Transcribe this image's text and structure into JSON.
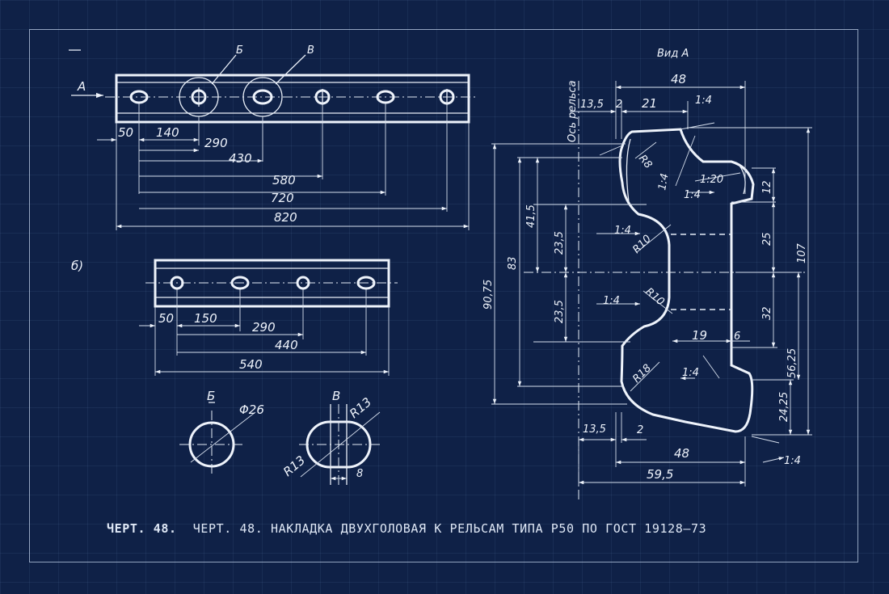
{
  "caption": {
    "label": "ЧЕРТ. 48.",
    "text": "ЧЕРТ. 48. НАКЛАДКА ДВУХГОЛОВАЯ К РЕЛЬСАМ ТИПА Р50 ПО ГОСТ 19128—73"
  },
  "view_a": {
    "arrow_label": "А",
    "callouts": [
      "Б",
      "В"
    ],
    "dims": [
      "50",
      "140",
      "290",
      "430",
      "580",
      "720",
      "820"
    ]
  },
  "view_b": {
    "label": "б)",
    "dims": [
      "50",
      "150",
      "290",
      "440",
      "540"
    ]
  },
  "detail_b": {
    "label": "Б",
    "diameter": "Φ26"
  },
  "detail_v": {
    "label": "В",
    "radius_top": "R13",
    "radius_bottom": "R13",
    "width": "8"
  },
  "section": {
    "title": "Вид А",
    "axis_label": "Ось рельса",
    "top_dims": [
      "13,5",
      "2",
      "21",
      "48"
    ],
    "slopes": [
      "1:4",
      "1:20",
      "1:4",
      "1:4",
      "1:4",
      "1:4",
      "1:4",
      "1:4"
    ],
    "radii": [
      "R8",
      "R10",
      "R10",
      "R18"
    ],
    "left_dims": [
      "90,75",
      "83",
      "41,5",
      "23,5",
      "23,5"
    ],
    "right_dims": [
      "12",
      "25",
      "32",
      "107",
      "56,25",
      "24,25"
    ],
    "inner_dims": [
      "19",
      "6"
    ],
    "bottom_dims": [
      "13,5",
      "2",
      "48",
      "59,5"
    ]
  }
}
